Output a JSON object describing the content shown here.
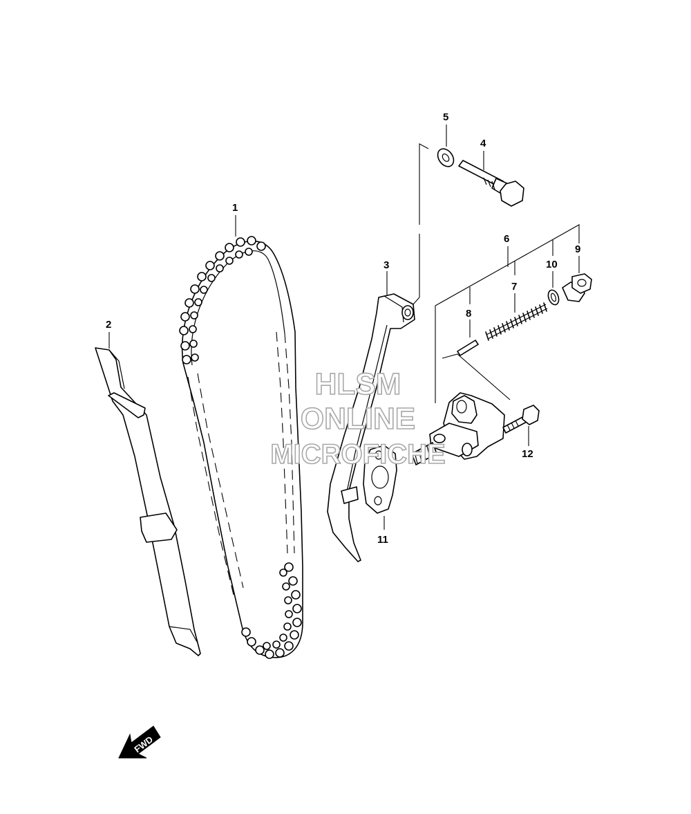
{
  "callouts": {
    "c1": "1",
    "c2": "2",
    "c3": "3",
    "c4": "4",
    "c5": "5",
    "c6": "6",
    "c7": "7",
    "c8": "8",
    "c9": "9",
    "c10": "10",
    "c11": "11",
    "c12": "12"
  },
  "watermark": {
    "line1": "HLSM",
    "line2": "ONLINE",
    "line3": "MICROFICHE"
  },
  "fwd_label": "FWD",
  "colors": {
    "ink": "#000000",
    "watermark": "#a8a8a8",
    "background": "#ffffff"
  }
}
